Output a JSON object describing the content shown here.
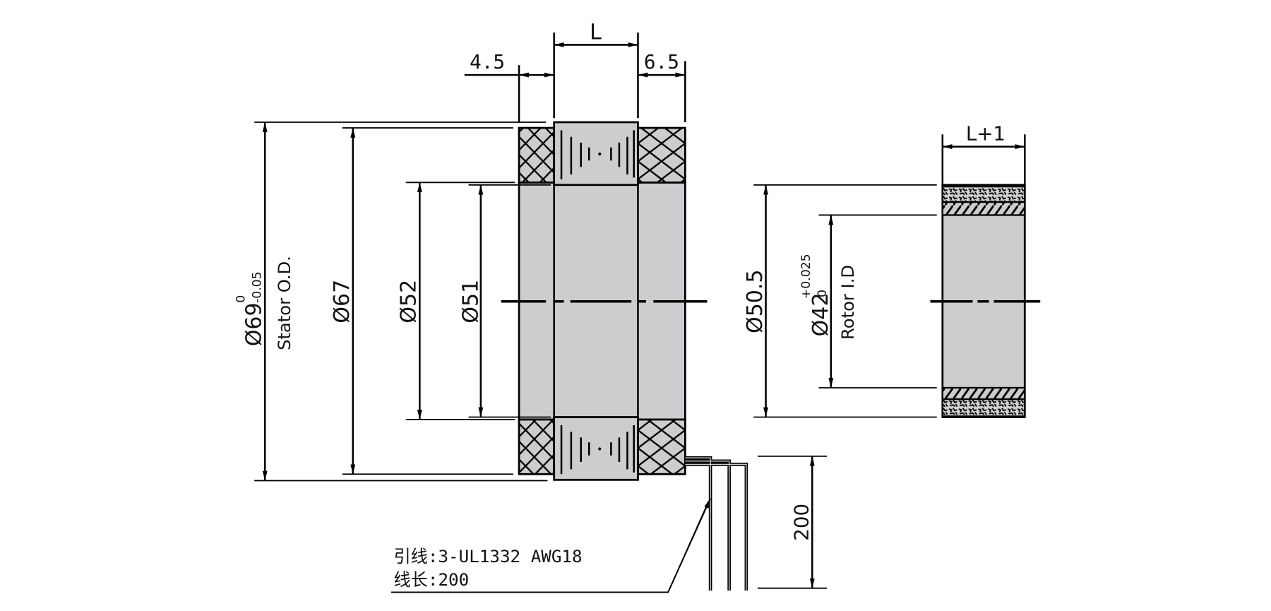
{
  "colors": {
    "body_fill": "#cbcdcf",
    "line": "#000000",
    "background": "#ffffff"
  },
  "stator": {
    "dims": {
      "left_gap": "4.5",
      "length": "L",
      "right_gap": "6.5",
      "od": "Ø69",
      "od_tol_upper": "0",
      "od_tol_lower": "-0.05",
      "od_label": "Stator O.D.",
      "d67": "Ø67",
      "d52": "Ø52",
      "d51": "Ø51"
    }
  },
  "rotor": {
    "dims": {
      "length": "L+1",
      "od": "Ø50.5",
      "id": "Ø42",
      "id_tol_upper": "+0.025",
      "id_tol_lower": "0",
      "id_label": "Rotor I.D"
    }
  },
  "leads": {
    "length_dim": "200",
    "note_line1": "引线:3-UL1332 AWG18",
    "note_line2": "线长:200"
  }
}
